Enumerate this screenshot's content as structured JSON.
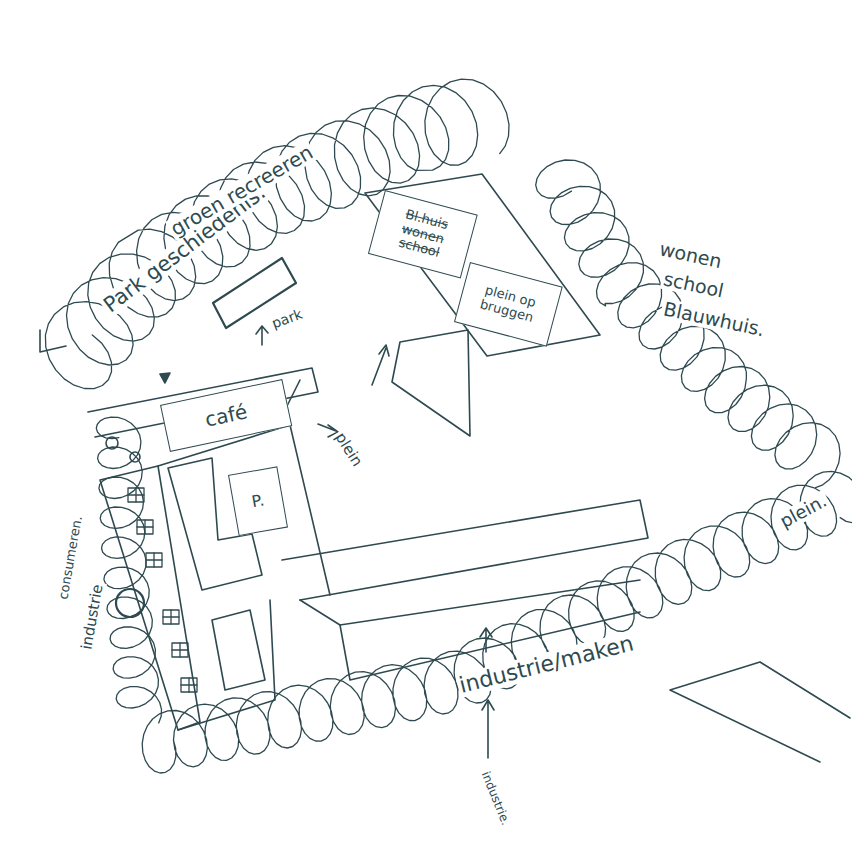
{
  "diagram": {
    "nodes": [
      {
        "text": [
          "café"
        ]
      },
      {
        "text": [
          "P."
        ]
      },
      {
        "text": [
          "Bl.huis wonen school"
        ]
      },
      {
        "text": [
          "plein op bruggen"
        ]
      }
    ],
    "labels": [
      "Park geschiedenis.",
      "groen recreeren",
      "park",
      "plein",
      "consumeren.",
      "industrie",
      "wonen",
      "school",
      "Blauwhuis.",
      "plein.",
      "industrie/maken",
      "industrie."
    ]
  }
}
